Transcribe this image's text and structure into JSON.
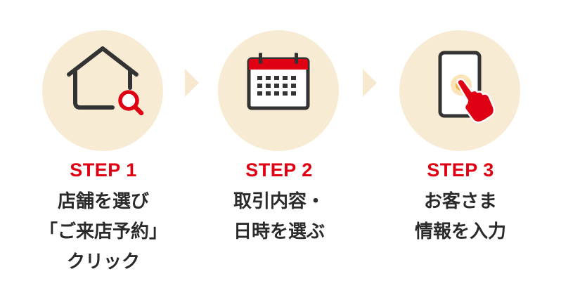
{
  "steps": [
    {
      "label": "STEP 1",
      "lines": [
        "店舗を選び",
        "「ご来店予約」",
        "クリック"
      ],
      "icon": "house-search-icon"
    },
    {
      "label": "STEP 2",
      "lines": [
        "取引内容・",
        "日時を選ぶ"
      ],
      "icon": "calendar-icon"
    },
    {
      "label": "STEP 3",
      "lines": [
        "お客さま",
        "情報を入力"
      ],
      "icon": "smartphone-tap-icon"
    }
  ],
  "colors": {
    "accent": "#e00014",
    "circle": "#f8ebd3",
    "arrow": "#f7e9cf",
    "text": "#2a2a2a",
    "icon_stroke": "#333333"
  }
}
